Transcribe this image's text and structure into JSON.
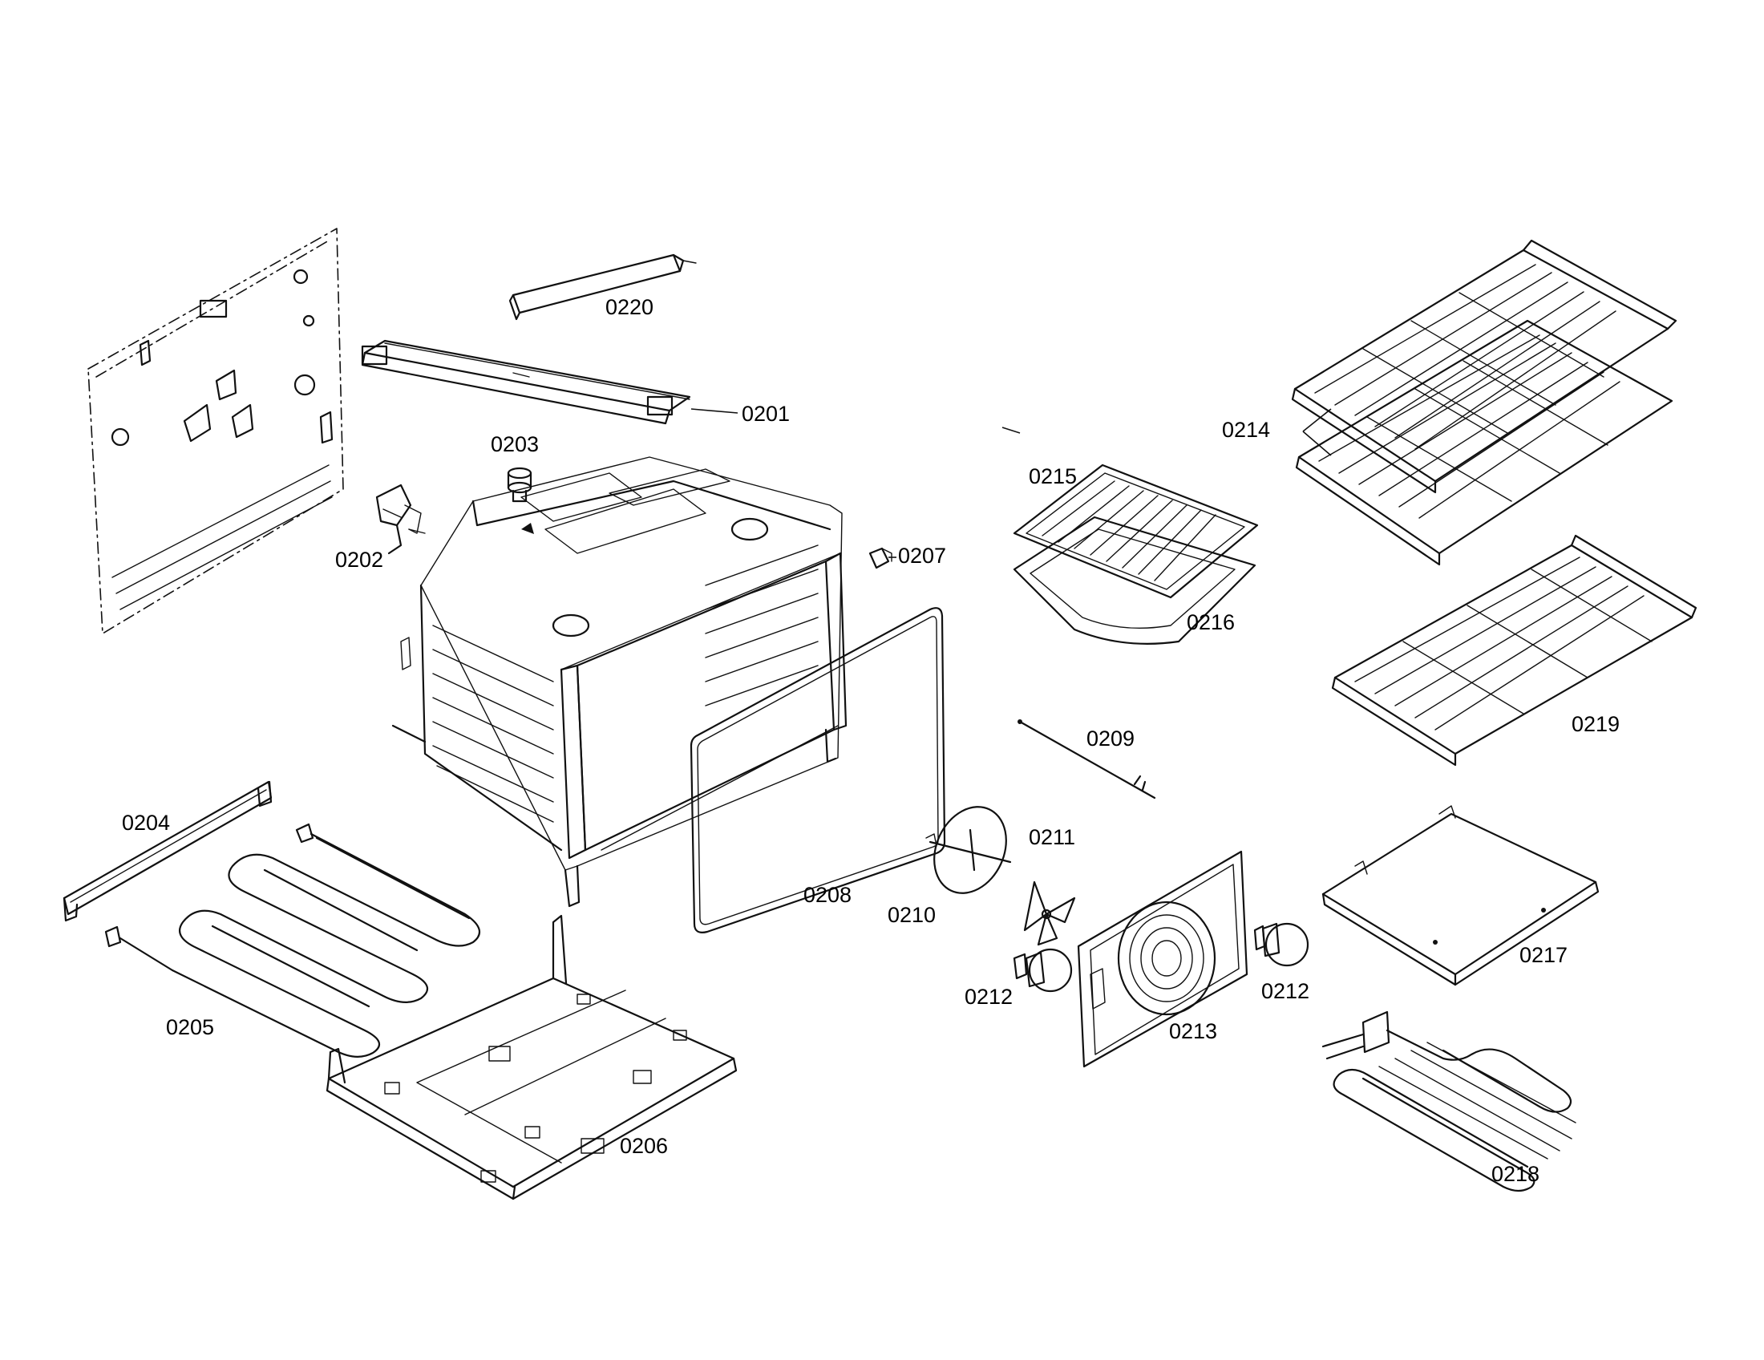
{
  "diagram": {
    "labels": {
      "p0201": "0201",
      "p0202": "0202",
      "p0203": "0203",
      "p0204": "0204",
      "p0205": "0205",
      "p0206": "0206",
      "p0207": "0207",
      "p0208": "0208",
      "p0209": "0209",
      "p0210": "0210",
      "p0211": "0211",
      "p0212a": "0212",
      "p0212b": "0212",
      "p0213": "0213",
      "p0214": "0214",
      "p0215": "0215",
      "p0216": "0216",
      "p0217": "0217",
      "p0218": "0218",
      "p0219": "0219",
      "p0220": "0220"
    },
    "colors": {
      "line": "#111111",
      "background": "#ffffff"
    }
  }
}
